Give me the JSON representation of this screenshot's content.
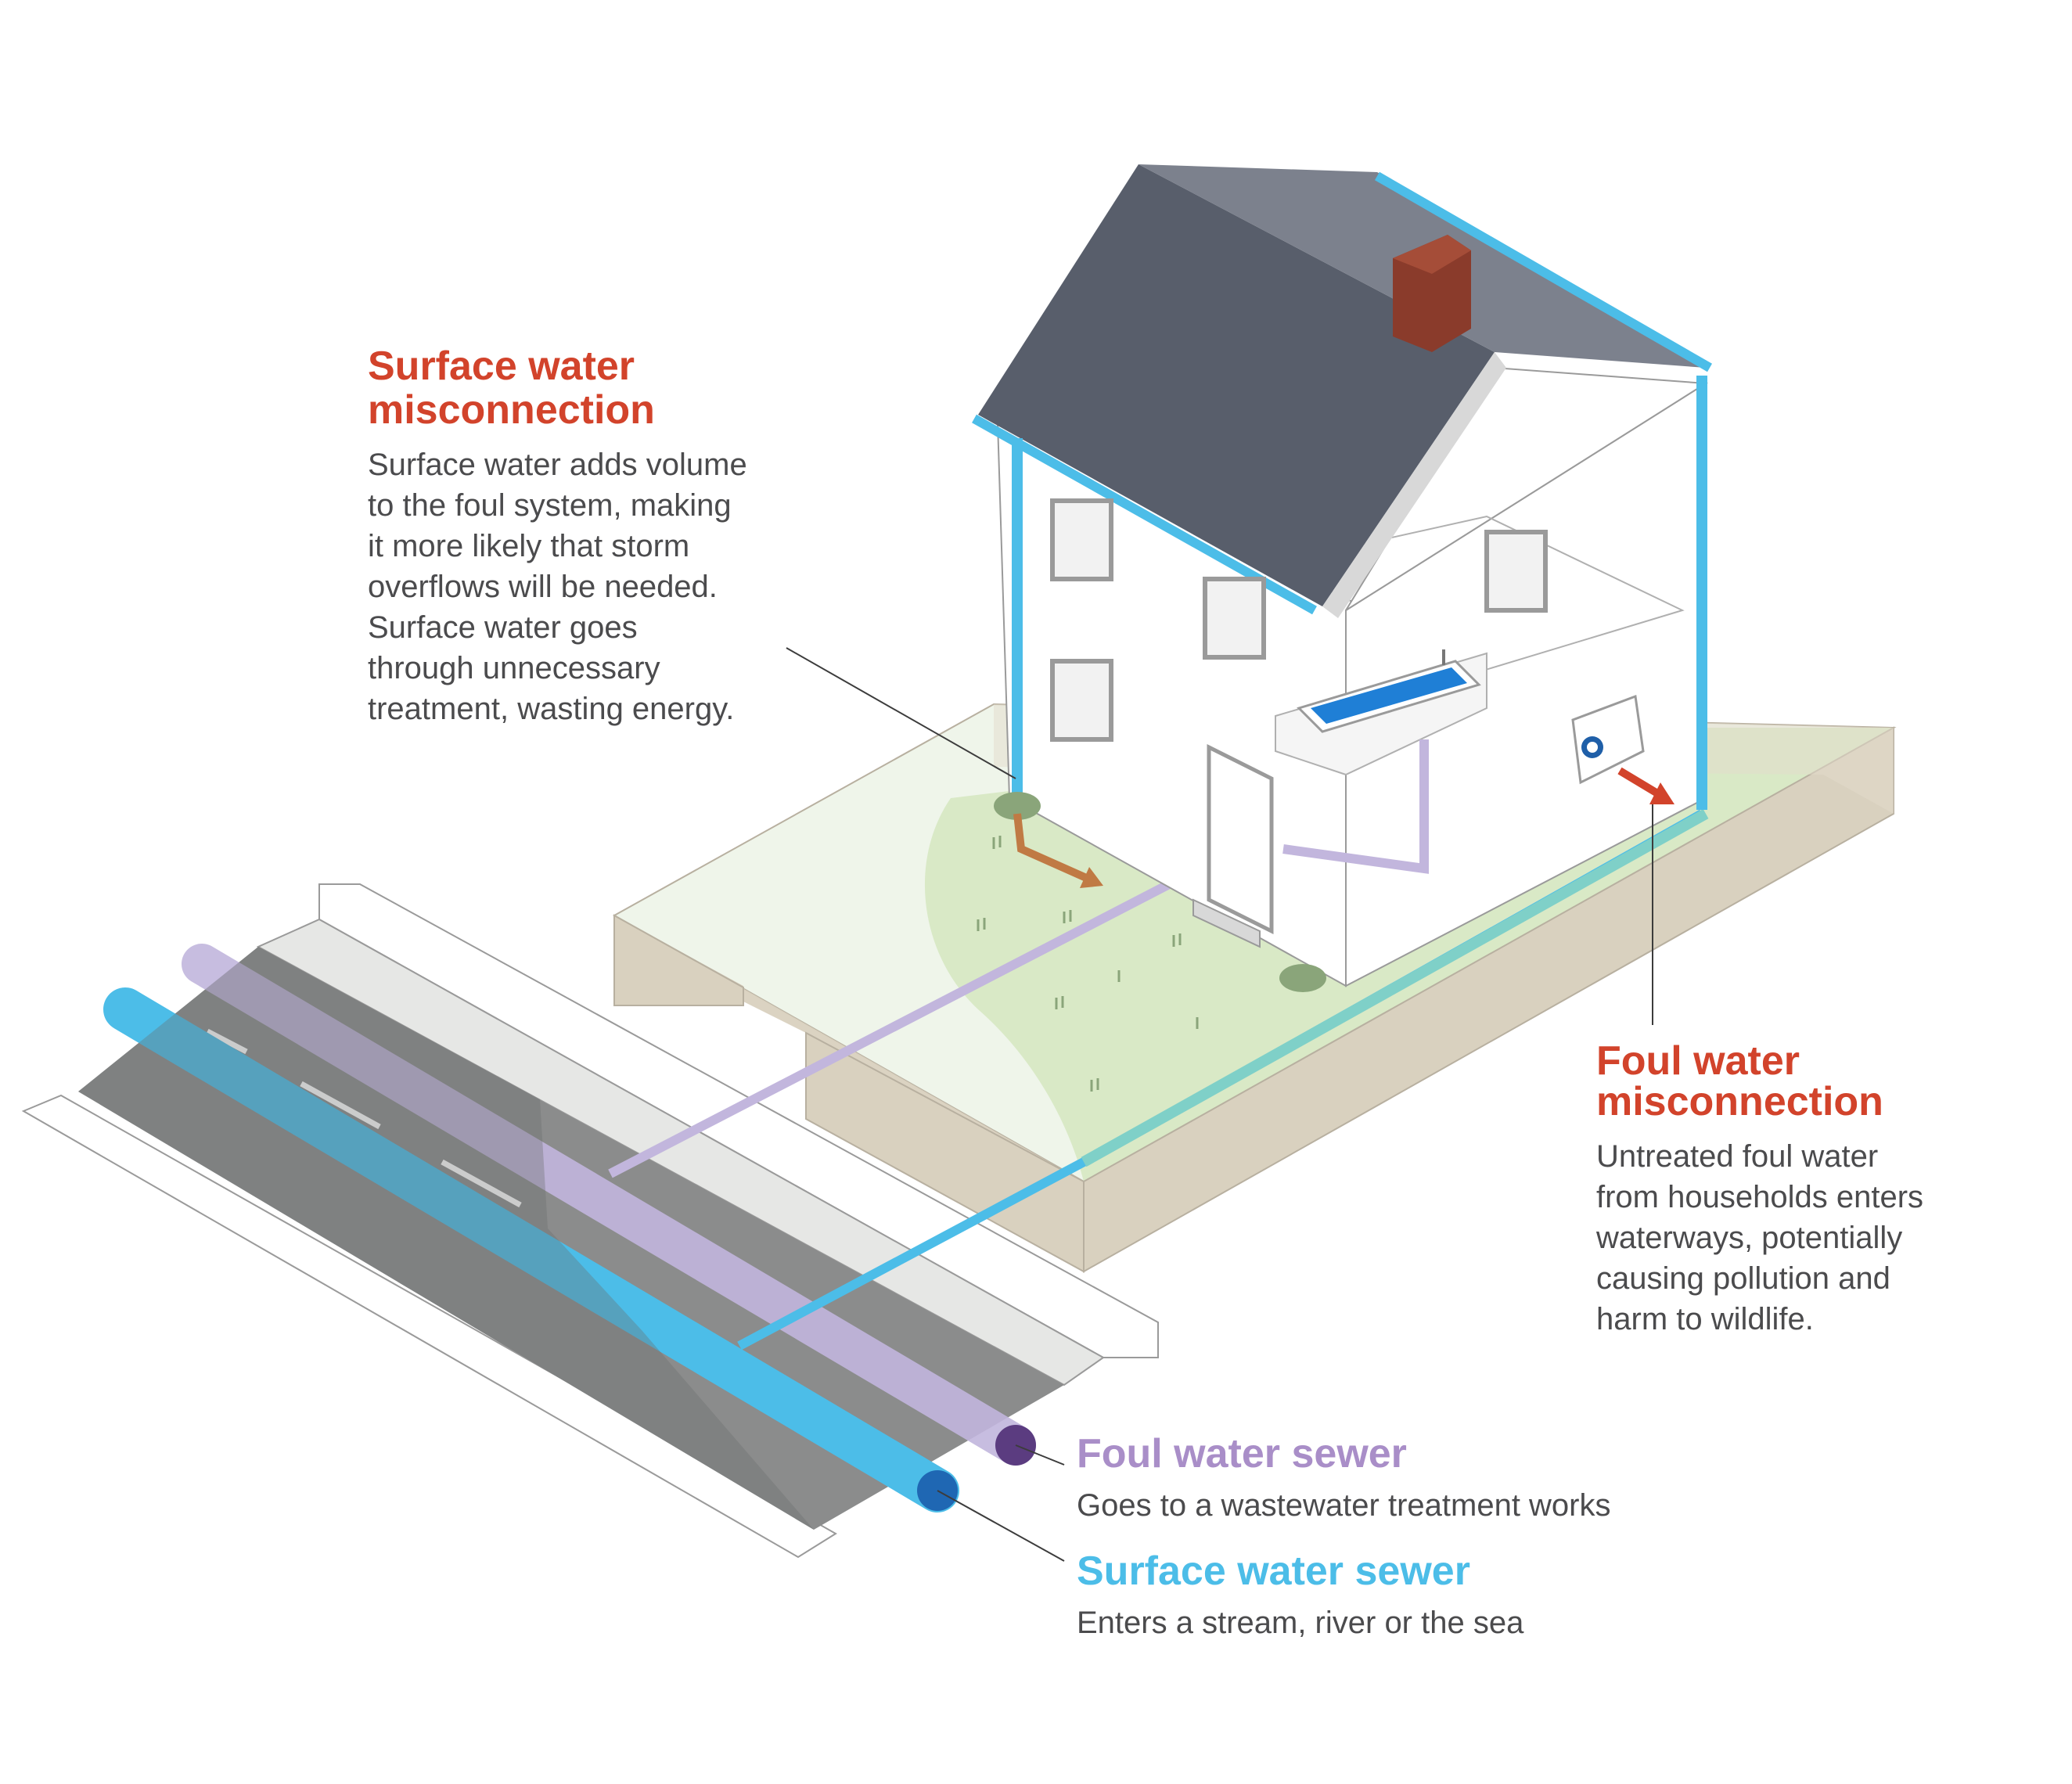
{
  "callouts": {
    "surface_misconnection": {
      "title": "Surface water\nmisconnection",
      "body": "Surface water adds volume\nto the foul system, making\nit more likely that storm\noverflows will be needed.\nSurface water goes\nthrough unnecessary\ntreatment, wasting energy."
    },
    "foul_misconnection": {
      "title": "Foul water\nmisconnection",
      "body": "Untreated foul water\nfrom households enters\nwaterways, potentially\ncausing pollution and\nharm to wildlife."
    }
  },
  "legend": {
    "foul_sewer": {
      "title": "Foul water sewer",
      "description": "Goes to a wastewater treatment works"
    },
    "surface_sewer": {
      "title": "Surface water sewer",
      "description": "Enters a stream, river or the sea"
    }
  },
  "colors": {
    "heading_red": "#d2432b",
    "foul_purple": "#a98ec8",
    "surface_blue": "#4cbde8",
    "roof": "#585e6b",
    "soil": "#d9d1bf",
    "lawn": "#d6e8c2",
    "road": "#8c8c8c",
    "chimney": "#8a3b2b",
    "misconnection_arrow_brown": "#c07a44",
    "misconnection_arrow_red": "#d2432b"
  },
  "icons": [
    "house-illustration",
    "bathtub-icon",
    "washing-machine-icon",
    "chimney-icon",
    "road-illustration",
    "pipe-end-icon"
  ]
}
